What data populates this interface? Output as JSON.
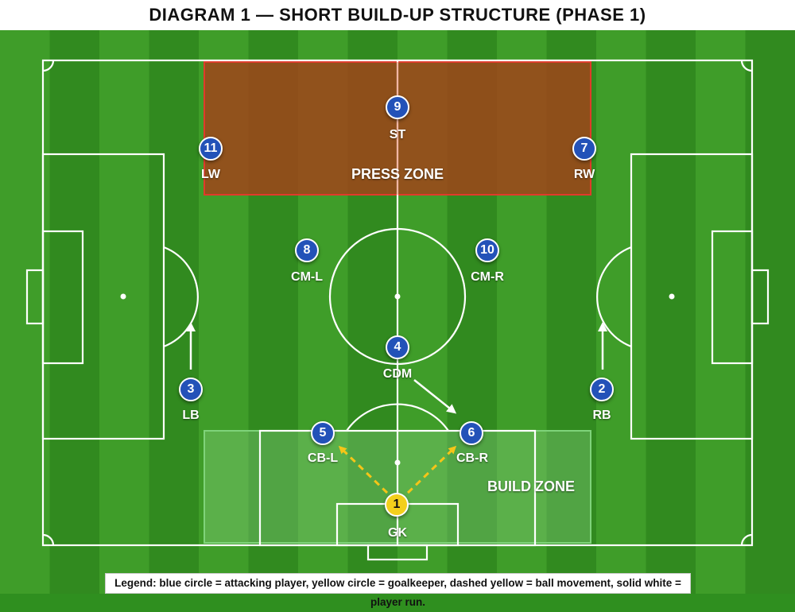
{
  "title": "DIAGRAM 1 — SHORT BUILD-UP STRUCTURE (PHASE 1)",
  "zones": {
    "press": {
      "label": "PRESS ZONE",
      "color": "#a4421a"
    },
    "build": {
      "label": "BUILD ZONE",
      "color": "#8fd48a"
    }
  },
  "players": [
    {
      "id": "st",
      "number": "9",
      "label": "ST",
      "role": "attacker"
    },
    {
      "id": "lw",
      "number": "11",
      "label": "LW",
      "role": "attacker"
    },
    {
      "id": "rw",
      "number": "7",
      "label": "RW",
      "role": "attacker"
    },
    {
      "id": "cm-l",
      "number": "8",
      "label": "CM-L",
      "role": "attacker"
    },
    {
      "id": "cm-r",
      "number": "10",
      "label": "CM-R",
      "role": "attacker"
    },
    {
      "id": "cdm",
      "number": "4",
      "label": "CDM",
      "role": "attacker"
    },
    {
      "id": "lb",
      "number": "3",
      "label": "LB",
      "role": "attacker"
    },
    {
      "id": "rb",
      "number": "2",
      "label": "RB",
      "role": "attacker"
    },
    {
      "id": "cb-l",
      "number": "5",
      "label": "CB-L",
      "role": "attacker"
    },
    {
      "id": "cb-r",
      "number": "6",
      "label": "CB-R",
      "role": "attacker"
    },
    {
      "id": "gk",
      "number": "1",
      "label": "GK",
      "role": "keeper"
    }
  ],
  "arrows": {
    "ball_movement": [
      "gk-to-cb-l",
      "gk-to-cb-r"
    ],
    "player_runs": [
      "lb-run",
      "rb-run",
      "cdm-run"
    ]
  },
  "colors": {
    "attacker": "#2352b8",
    "goalkeeper": "#f3cf1c",
    "ball_movement": "#f5c518",
    "player_run": "#ffffff",
    "grass_light": "#3f9d29",
    "grass_dark": "#318a1f"
  },
  "legend": "Legend: blue circle = attacking player, yellow circle = goalkeeper, dashed yellow = ball movement, solid white = player run."
}
